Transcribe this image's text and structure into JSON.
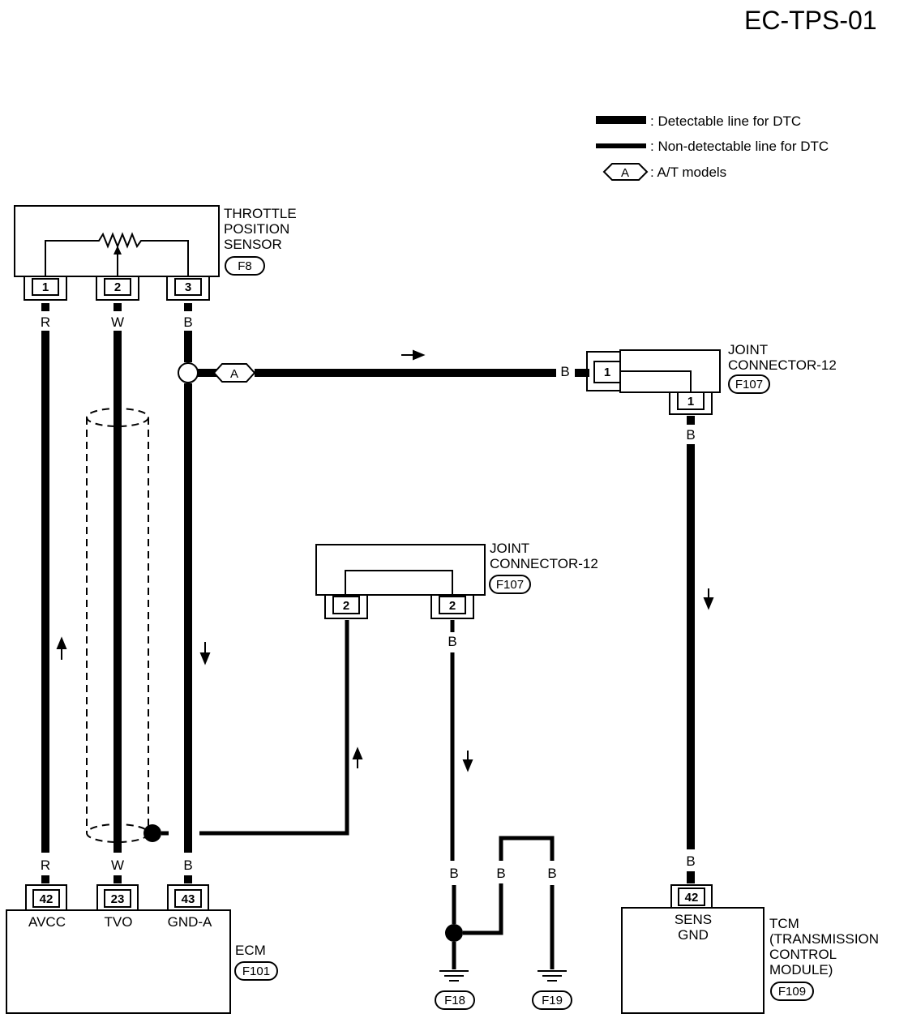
{
  "title": "EC-TPS-01",
  "legend": {
    "detectable": ": Detectable line for DTC",
    "non_detectable": ": Non-detectable line for DTC",
    "at_symbol": "A",
    "at_models": ": A/T models"
  },
  "tps": {
    "name_line1": "THROTTLE",
    "name_line2": "POSITION",
    "name_line3": "SENSOR",
    "connector": "F8",
    "pins": [
      "1",
      "2",
      "3"
    ]
  },
  "wires": {
    "r": "R",
    "w": "W",
    "b": "B"
  },
  "joint_top": {
    "line1": "JOINT",
    "line2": "CONNECTOR-12",
    "connector": "F107",
    "pin_side": "1",
    "pin_bottom": "1"
  },
  "joint_mid": {
    "line1": "JOINT",
    "line2": "CONNECTOR-12",
    "connector": "F107",
    "pin_left": "2",
    "pin_right": "2"
  },
  "ecm": {
    "name": "ECM",
    "connector": "F101",
    "pins": [
      "42",
      "23",
      "43"
    ],
    "terminals": [
      "AVCC",
      "TVO",
      "GND-A"
    ]
  },
  "tcm": {
    "line1": "TCM",
    "line2": "(TRANSMISSION",
    "line3": "CONTROL",
    "line4": "MODULE)",
    "connector": "F109",
    "pin": "42",
    "terminal_line1": "SENS",
    "terminal_line2": "GND"
  },
  "grounds": {
    "g1": "F18",
    "g2": "F19"
  },
  "branch_label": "A"
}
